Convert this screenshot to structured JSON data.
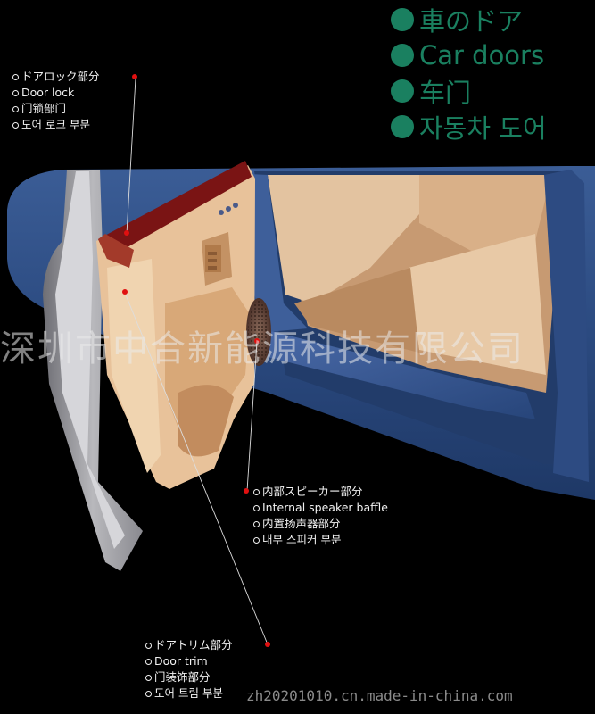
{
  "titles": [
    "車のドア",
    "Car doors",
    "车门",
    "자동차 도어"
  ],
  "callouts": {
    "door_lock": [
      "ドアロック部分",
      "Door lock",
      "门锁部门",
      "도어 로크 부분"
    ],
    "speaker": [
      "内部スピーカー部分",
      "Internal speaker baffle",
      "内置扬声器部分",
      "내부 스피커 부분"
    ],
    "door_trim": [
      "ドアトリム部分",
      "Door trim",
      "门装饰部分",
      "도어 트림 부분"
    ]
  },
  "watermark": "深圳市中合新能源科技有限公司",
  "watermark_url": "zh20201010.cn.made-in-china.com",
  "colors": {
    "title_green": "#1a8060",
    "car_blue": "#2e4a7e",
    "trim_beige": "#e8c29a",
    "lock_red": "#7a1414",
    "callout_dot": "#e01010"
  }
}
